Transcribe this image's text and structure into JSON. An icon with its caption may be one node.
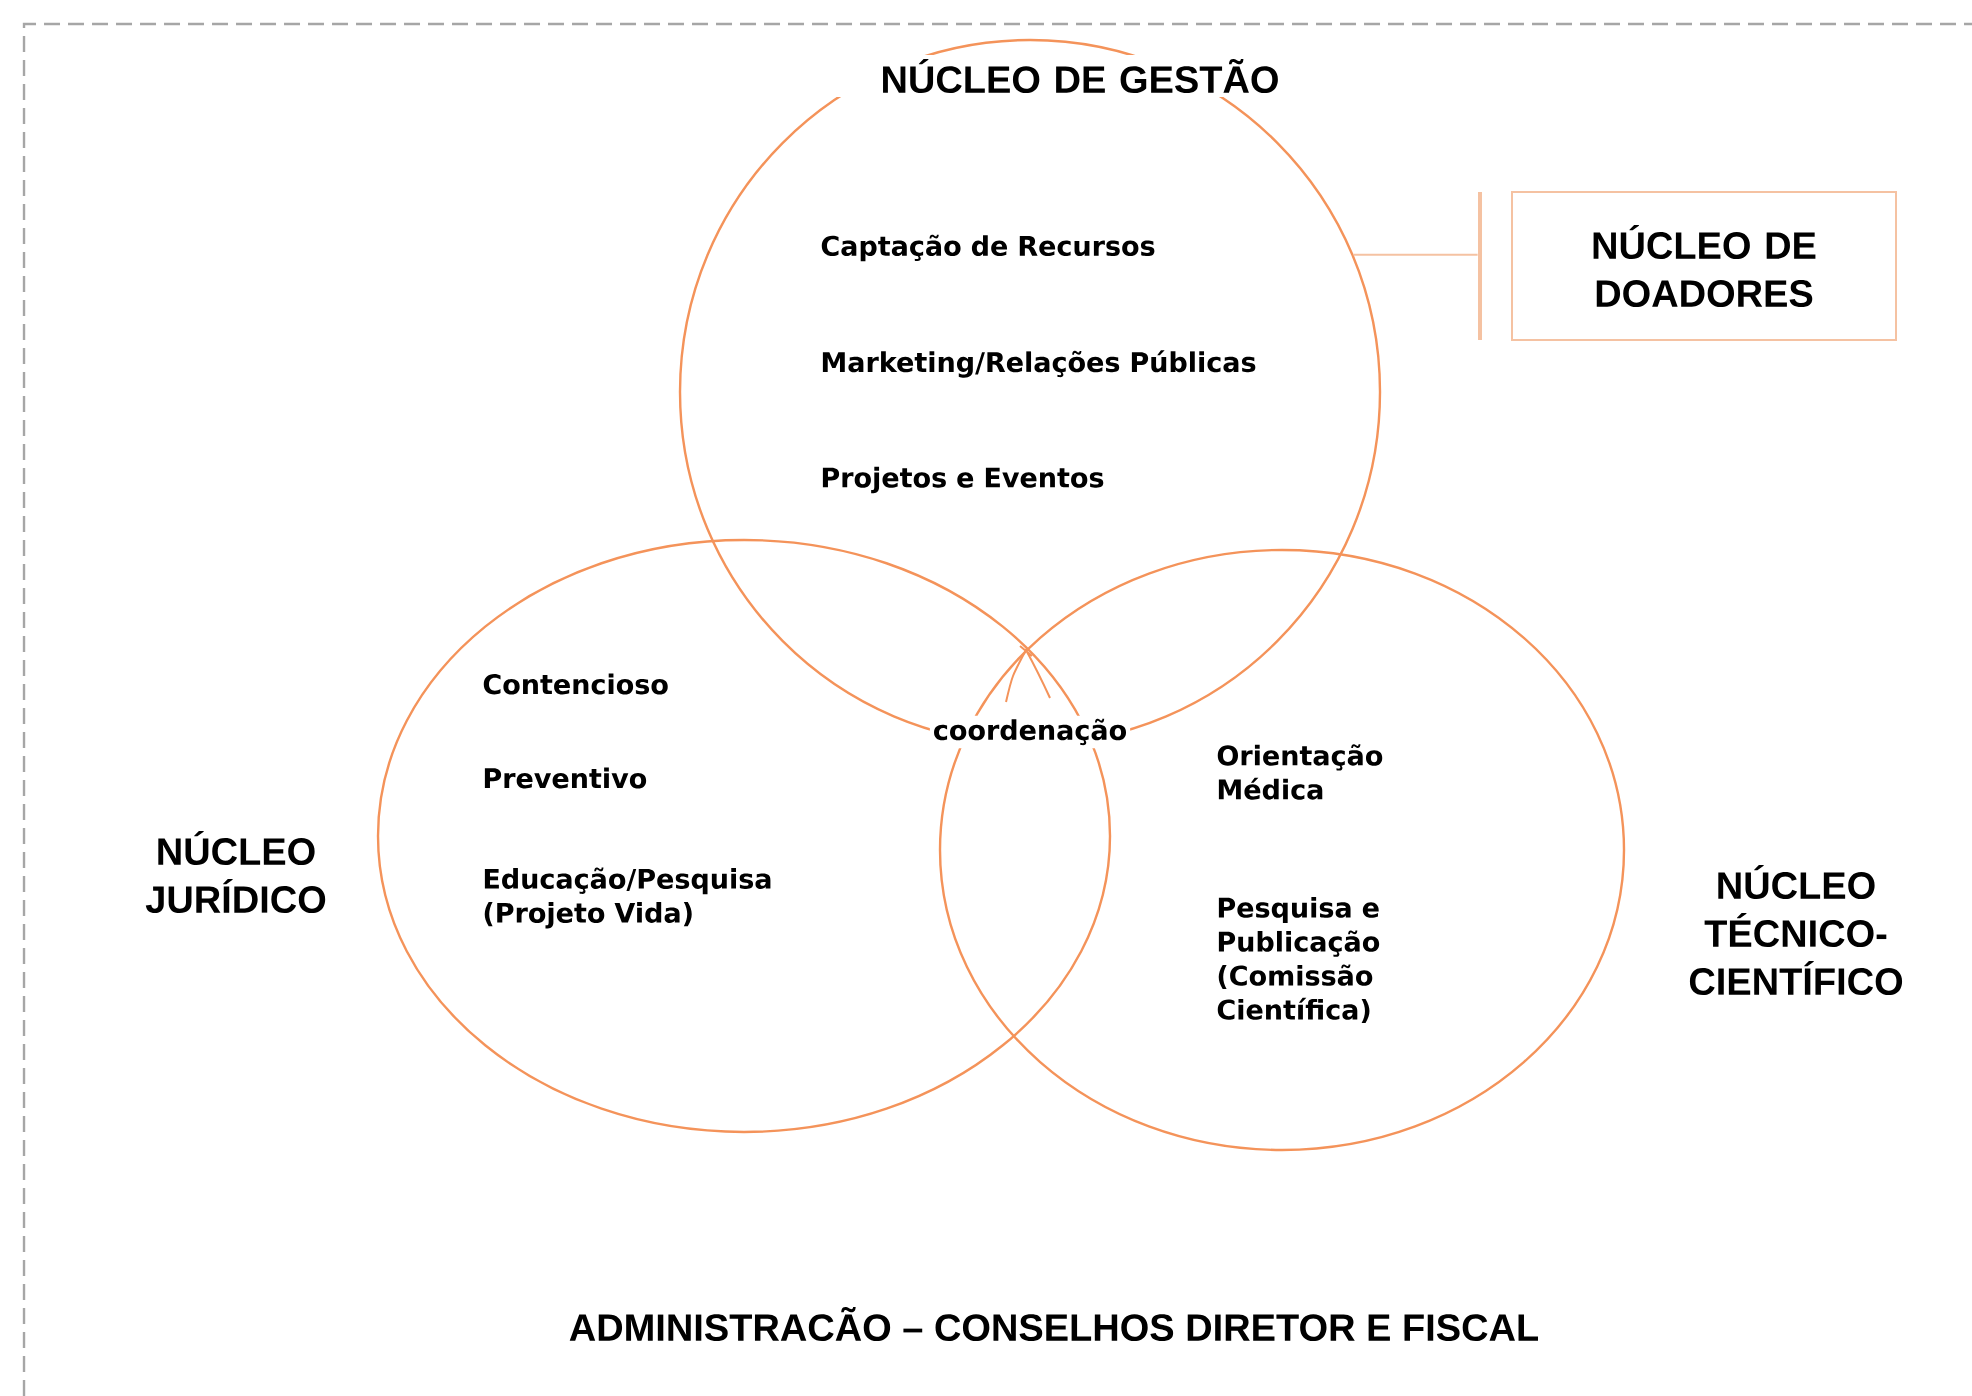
{
  "diagram": {
    "nodes": [
      {
        "text": [
          "NÚCLEO DE GESTÃO",
          "Captação de Recursos",
          "Marketing/Relações Públicas",
          "Projetos e Eventos"
        ]
      },
      {
        "text": [
          "NÚCLEO JURÍDICO",
          "Contencioso",
          "Preventivo",
          "Educação/Pesquisa (Projeto Vida)"
        ]
      },
      {
        "text": [
          "NÚCLEO TÉCNICO-CIENTÍFICO",
          "Orientação Médica",
          "Pesquisa e Publicação (Comissão Científica)"
        ]
      },
      {
        "text": [
          "NÚCLEO DE DOADORES"
        ]
      },
      {
        "text": [],
        "shape": "bar"
      }
    ],
    "edges": [
      {
        "from": 0,
        "to": 4,
        "arrow": "none"
      }
    ],
    "labels": [
      "coordenação",
      "ADMINISTRACÃO – CONSELHOS DIRETOR E FISCAL"
    ]
  }
}
